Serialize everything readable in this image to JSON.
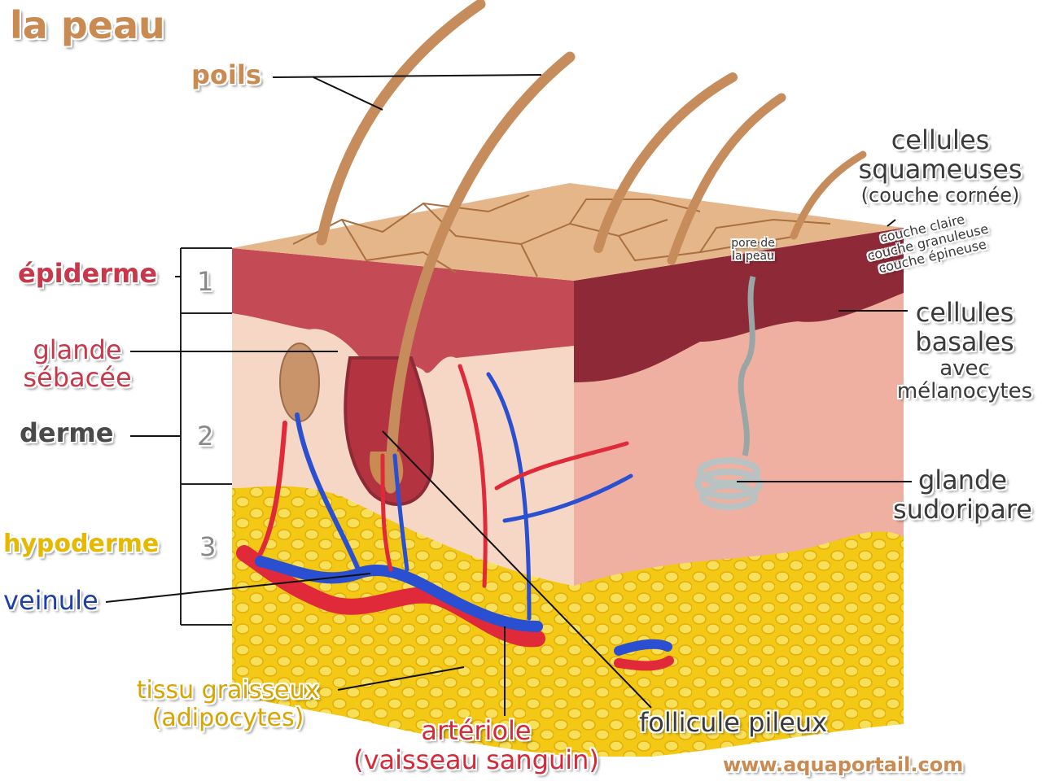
{
  "title": "la peau",
  "watermark": "www.aquaportail.com",
  "numbers": [
    "1",
    "2",
    "3"
  ],
  "labels": {
    "poils": "poils",
    "epiderme": "épiderme",
    "glande_sebacee": [
      "glande",
      "sébacée"
    ],
    "derme": "derme",
    "hypoderme": "hypoderme",
    "veinule": "veinule",
    "tissu_graisseux": [
      "tissu graisseux",
      "(adipocytes)"
    ],
    "arteriole": [
      "artériole",
      "(vaisseau sanguin)"
    ],
    "follicule_pileux": "follicule pileux",
    "cellules_squameuses": [
      "cellules",
      "squameuses",
      "(couche cornée)"
    ],
    "pore": [
      "pore de",
      "la peau"
    ],
    "couches": [
      "couche claire",
      "couche granuleuse",
      "couche épineuse"
    ],
    "cellules_basales": [
      "cellules",
      "basales",
      "avec",
      "mélanocytes"
    ],
    "glande_sudoripare": [
      "glande",
      "sudoripare"
    ]
  },
  "colors": {
    "title": "#c98b52",
    "epiderme": "#c8384a",
    "hypoderme": "#e6b800",
    "veinule": "#1f3fa8",
    "adipo": "#d9a400",
    "arteriole": "#d6293a",
    "text_dark": "#3a3a3a",
    "fat": "#f2c318",
    "dermis": "#f2c4b2",
    "epidermis_top": "#ddae82",
    "epidermis_layer": "#c44a55",
    "vein": "#2a4fd0",
    "artery": "#e02a3a"
  }
}
